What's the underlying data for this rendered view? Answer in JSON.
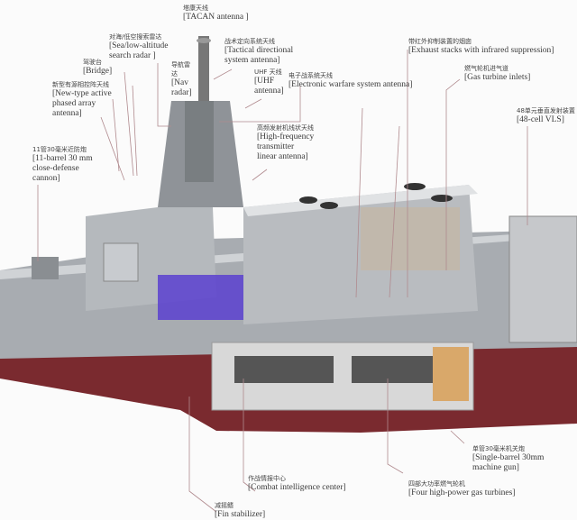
{
  "labels": {
    "tacan": {
      "cn": "塔康天线",
      "en": "[TACAN  antenna ]"
    },
    "sea_radar": {
      "cn": "对海/低空搜索雷达",
      "en": "[Sea/low-altitude\nsearch radar ]"
    },
    "tactical": {
      "cn": "战术定向系统天线",
      "en": "[Tactical directional\nsystem antenna]"
    },
    "nav_radar": {
      "cn": "导航雷\n达",
      "en": "[Nav\nradar]"
    },
    "uhf": {
      "cn": "UHF 天线",
      "en": "[UHF\nantenna]"
    },
    "bridge": {
      "cn": "驾驶台",
      "en": "[Bridge]"
    },
    "phased_array": {
      "cn": "新型有源相控阵天线",
      "en": "[New-type active\nphased array\nantenna]"
    },
    "ew": {
      "cn": "电子战系统天线",
      "en": "[Electronic warfare system antenna]"
    },
    "exhaust": {
      "cn": "带红外抑制装置的烟囱",
      "en": "[Exhaust stacks with infrared suppression]"
    },
    "inlets": {
      "cn": "燃气轮机进气道",
      "en": "[Gas turbine inlets]"
    },
    "vls": {
      "cn": "48单元垂直发射装置",
      "en": "[48-cell VLS]"
    },
    "hf": {
      "cn": "高频发射机线状天线",
      "en": "[High-frequency\ntransmitter\n linear antenna]"
    },
    "ciws": {
      "cn": "11管30毫米近防炮",
      "en": "[11-barrel 30 mm\nclose-defense\ncannon]"
    },
    "cic": {
      "cn": "作战情报中心",
      "en": "[Combat intelligence center]"
    },
    "fin": {
      "cn": "减摇鳍",
      "en": "[Fin stabilizer]"
    },
    "turbines": {
      "cn": "四部大功率燃气轮机",
      "en": "[Four high-power gas turbines]"
    },
    "mg": {
      "cn": "单管30毫米机关炮",
      "en": "[Single-barrel 30mm\nmachine gun]"
    }
  },
  "colors": {
    "hull": "#9a9ea3",
    "deck": "#c9ccd0",
    "keel": "#7a2a2f",
    "cic": "#5a3fd0",
    "leader": "#b08a8e"
  }
}
